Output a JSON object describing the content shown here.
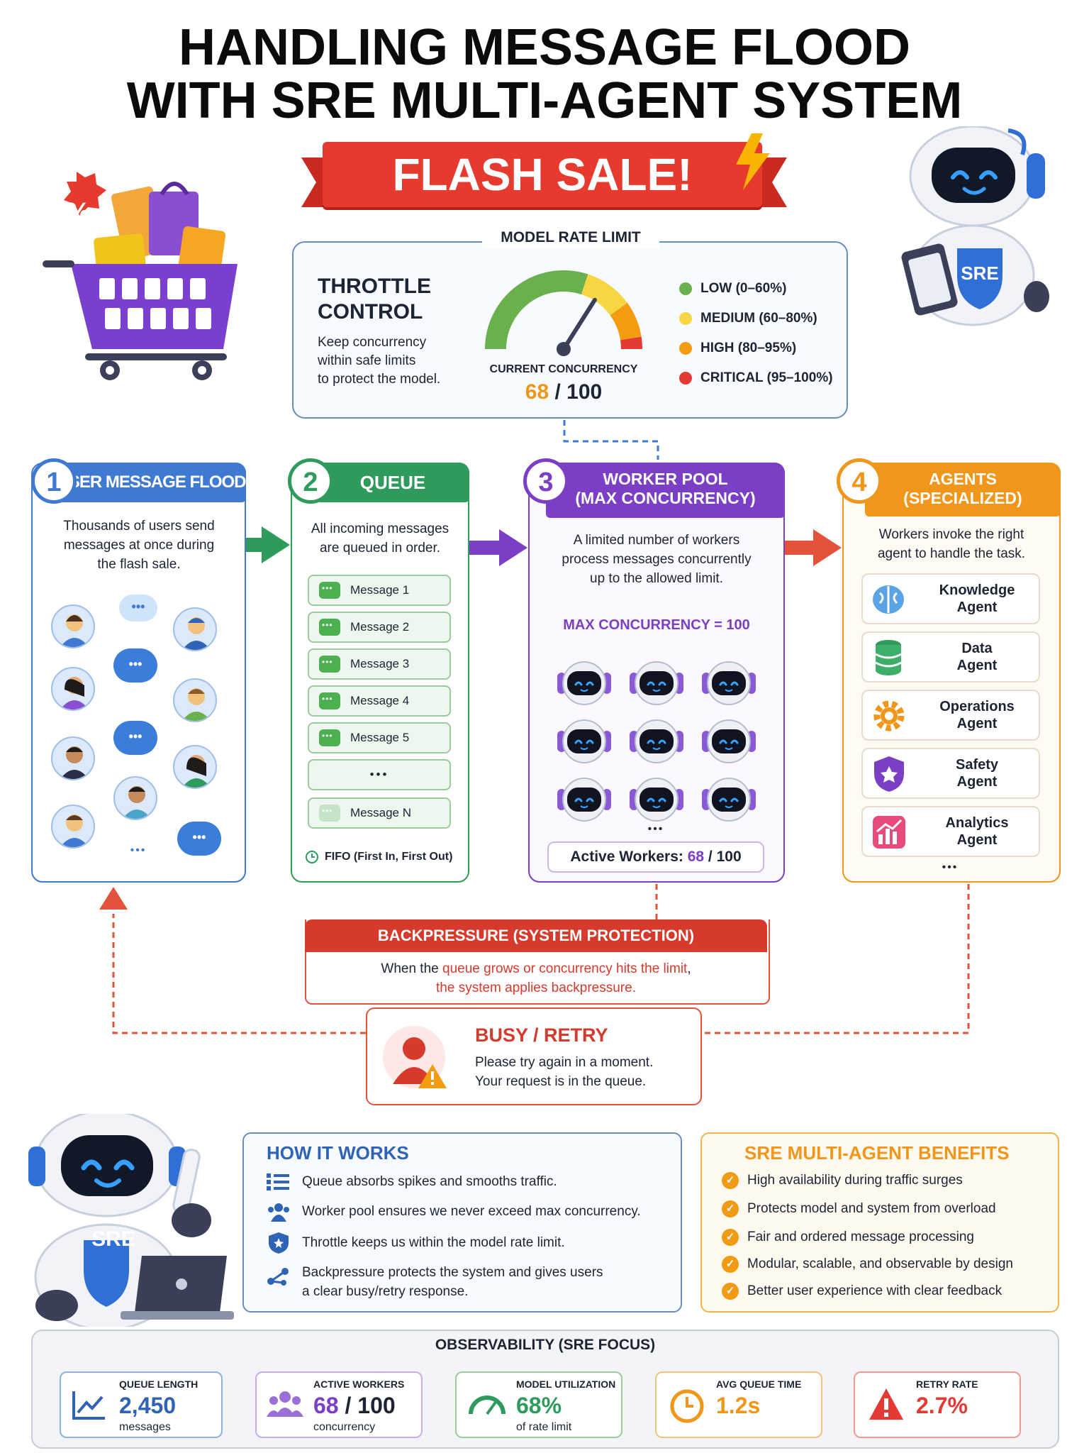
{
  "title": {
    "line1": "HANDLING MESSAGE FLOOD",
    "line2": "WITH SRE MULTI-AGENT SYSTEM"
  },
  "banner": "FLASH SALE!",
  "cart_badge": "%",
  "robot_badge": "SRE",
  "throttle": {
    "section_label": "MODEL RATE LIMIT",
    "heading_line1": "THROTTLE",
    "heading_line2": "CONTROL",
    "description": [
      "Keep concurrency",
      "within safe limits",
      "to protect the model."
    ],
    "gauge_label": "CURRENT CONCURRENCY",
    "current": "68",
    "limit": "/ 100",
    "gauge_value": 68,
    "legend": [
      {
        "label": "LOW (0–60%)",
        "color": "#6ab04c"
      },
      {
        "label": "MEDIUM (60–80%)",
        "color": "#f6d743"
      },
      {
        "label": "HIGH (80–95%)",
        "color": "#f39c12"
      },
      {
        "label": "CRITICAL (95–100%)",
        "color": "#e53935"
      }
    ]
  },
  "steps": [
    {
      "number": "1",
      "title": "USER MESSAGE FLOOD",
      "description": [
        "Thousands of users send",
        "messages at once during",
        "the flash sale."
      ],
      "ellipsis": "•••",
      "color": "#3f79d1"
    },
    {
      "number": "2",
      "title": "QUEUE",
      "description": [
        "All incoming messages",
        "are queued in order."
      ],
      "color": "#2e9b5c",
      "messages": [
        "Message 1",
        "Message 2",
        "Message 3",
        "Message 4",
        "Message 5",
        "•••",
        "Message N"
      ],
      "footer": "FIFO (First In, First Out)"
    },
    {
      "number": "3",
      "title_line1": "WORKER POOL",
      "title_line2": "(MAX CONCURRENCY)",
      "description": [
        "A limited number of workers",
        "process messages concurrently",
        "up to the allowed limit."
      ],
      "color": "#7a3fc4",
      "max_label": "MAX CONCURRENCY = 100",
      "ellipsis": "•••",
      "active_label": "Active Workers:",
      "active_value": "68",
      "active_limit": "/ 100"
    },
    {
      "number": "4",
      "title_line1": "AGENTS",
      "title_line2": "(SPECIALIZED)",
      "description": [
        "Workers invoke the right",
        "agent to handle the task."
      ],
      "color": "#f0961a",
      "agents": [
        {
          "line1": "Knowledge",
          "line2": "Agent",
          "icon": "brain-icon"
        },
        {
          "line1": "Data",
          "line2": "Agent",
          "icon": "database-icon"
        },
        {
          "line1": "Operations",
          "line2": "Agent",
          "icon": "gear-icon"
        },
        {
          "line1": "Safety",
          "line2": "Agent",
          "icon": "shield-icon"
        },
        {
          "line1": "Analytics",
          "line2": "Agent",
          "icon": "chart-icon"
        }
      ],
      "ellipsis": "•••"
    }
  ],
  "backpressure": {
    "title": "BACKPRESSURE (SYSTEM PROTECTION)",
    "line1_a": "When the ",
    "line1_b": "queue grows or concurrency hits the limit",
    "line1_c": ",",
    "line2": "the system applies backpressure."
  },
  "busy": {
    "title": "BUSY / RETRY",
    "line1": "Please try again in a moment.",
    "line2": "Your request is in the queue."
  },
  "how_it_works": {
    "title": "HOW IT WORKS",
    "items": [
      {
        "text": "Queue absorbs spikes and smooths traffic.",
        "icon": "list-icon"
      },
      {
        "text": "Worker pool ensures we never exceed max concurrency.",
        "icon": "people-icon"
      },
      {
        "text": "Throttle keeps us within the model rate limit.",
        "icon": "shield-icon"
      },
      {
        "text": "Backpressure protects the system and gives users",
        "text2": "a clear busy/retry response.",
        "icon": "network-icon"
      }
    ]
  },
  "benefits": {
    "title": "SRE MULTI-AGENT BENEFITS",
    "items": [
      "High availability during traffic surges",
      "Protects model and system from overload",
      "Fair and ordered message processing",
      "Modular, scalable, and observable by design",
      "Better user experience with clear feedback"
    ]
  },
  "observability": {
    "title": "OBSERVABILITY (SRE FOCUS)",
    "metrics": [
      {
        "label": "QUEUE LENGTH",
        "value": "2,450",
        "sub": "messages",
        "color": "#2f63b5",
        "icon": "trend-icon"
      },
      {
        "label": "ACTIVE WORKERS",
        "value": "68",
        "value2": "/ 100",
        "sub": "concurrency",
        "color": "#7a3fc4",
        "icon": "people-icon"
      },
      {
        "label": "MODEL UTILIZATION",
        "value": "68%",
        "sub": "of rate limit",
        "color": "#2e9b5c",
        "icon": "gauge-icon"
      },
      {
        "label": "AVG QUEUE TIME",
        "value": "1.2s",
        "sub": "",
        "color": "#f0961a",
        "icon": "clock-icon"
      },
      {
        "label": "RETRY RATE",
        "value": "2.7%",
        "sub": "",
        "color": "#e53935",
        "icon": "warning-icon"
      }
    ]
  }
}
